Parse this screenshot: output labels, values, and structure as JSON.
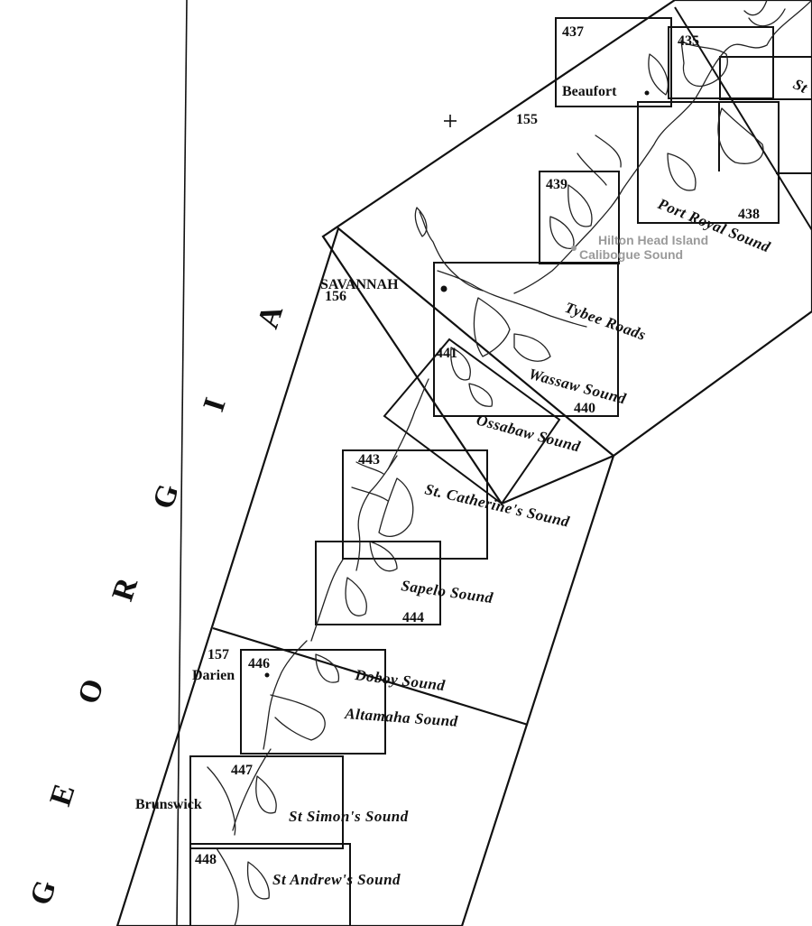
{
  "state_letters": [
    "G",
    "E",
    "O",
    "R",
    "G",
    "I",
    "A"
  ],
  "chart_numbers": {
    "c437": "437",
    "c435": "435",
    "c155": "155",
    "c439": "439",
    "c438": "438",
    "c156": "156",
    "c441": "441",
    "c440": "440",
    "c443": "443",
    "c444": "444",
    "c157": "157",
    "c446": "446",
    "c447": "447",
    "c448": "448"
  },
  "places": {
    "beaufort": "Beaufort",
    "savannah": "SAVANNAH",
    "darien": "Darien",
    "brunswick": "Brunswick",
    "st_fragment": "St"
  },
  "sounds": {
    "port_royal": "Port Royal Sound",
    "tybee": "Tybee Roads",
    "wassaw": "Wassaw Sound",
    "ossabaw": "Ossabaw Sound",
    "st_catherines": "St. Catherine's Sound",
    "sapelo": "Sapelo Sound",
    "doboy": "Doboy Sound",
    "altamaha": "Altamaha Sound",
    "st_simons": "St Simon's Sound",
    "st_andrews": "St Andrew's Sound"
  },
  "overlay_labels": {
    "hilton_head": "Hilton Head Island",
    "calibogue": "Calibogue Sound"
  },
  "colors": {
    "ink": "#111111",
    "overlay": "#9a9a9a",
    "background": "#ffffff"
  }
}
